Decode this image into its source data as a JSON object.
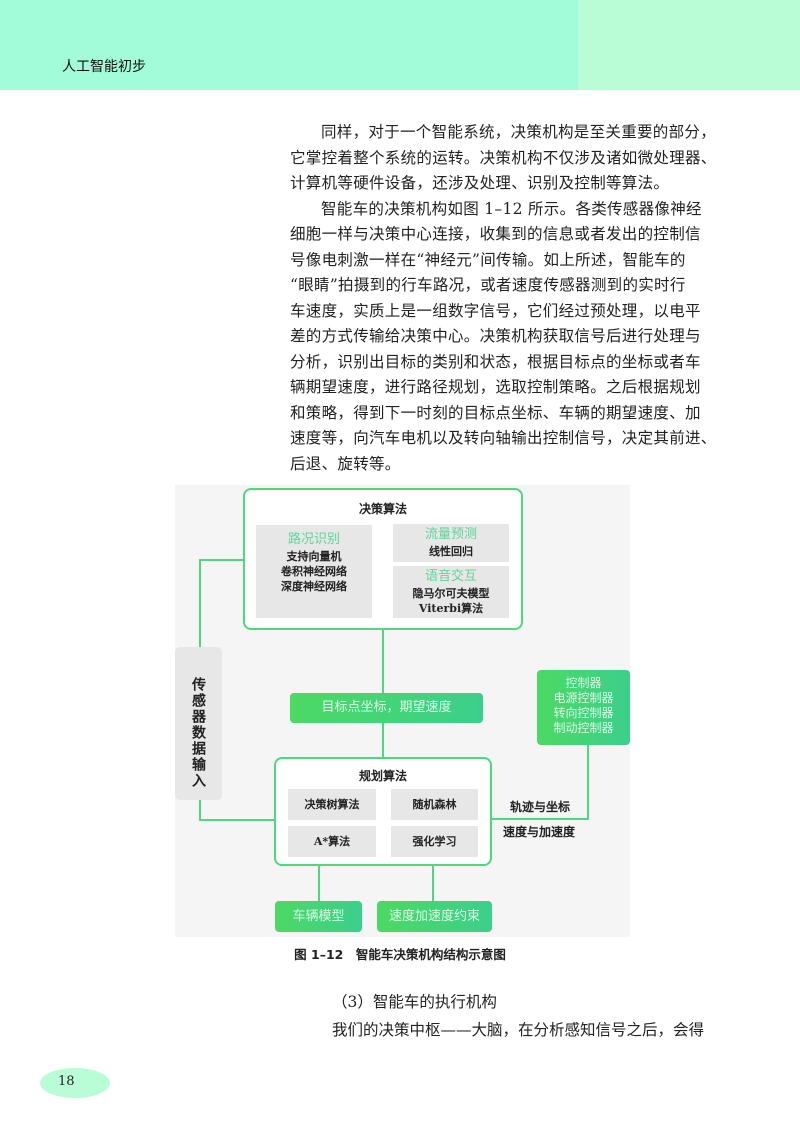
{
  "header": {
    "title": "人工智能初步"
  },
  "body": {
    "para1": [
      "同样，对于一个智能系统，决策机构是至关重要的部分，",
      "它掌控着整个系统的运转。决策机构不仅涉及诸如微处理器、",
      "计算机等硬件设备，还涉及处理、识别及控制等算法。"
    ],
    "para2": [
      "智能车的决策机构如图 1–12 所示。各类传感器像神经",
      "细胞一样与决策中心连接，收集到的信息或者发出的控制信",
      "号像电刺激一样在“神经元”间传输。如上所述，智能车的",
      "“眼睛”拍摄到的行车路况，或者速度传感器测到的实时行",
      "车速度，实质上是一组数字信号，它们经过预处理，以电平",
      "差的方式传输给决策中心。决策机构获取信号后进行处理与",
      "分析，识别出目标的类别和状态，根据目标点的坐标或者车",
      "辆期望速度，进行路径规划，选取控制策略。之后根据规划",
      "和策略，得到下一时刻的目标点坐标、车辆的期望速度、加",
      "速度等，向汽车电机以及转向轴输出控制信号，决定其前进、",
      "后退、旋转等。"
    ],
    "section": "（3）智能车的执行机构",
    "para3": "我们的决策中枢——大脑，在分析感知信号之后，会得"
  },
  "figure": {
    "decision": {
      "title": "决策算法",
      "road": {
        "head": "路况识别",
        "items": [
          "支持向量机",
          "卷积神经网络",
          "深度神经网络"
        ]
      },
      "flow": {
        "head": "流量预测",
        "items": [
          "线性回归"
        ]
      },
      "voice": {
        "head": "语音交互",
        "items": [
          "隐马尔可夫模型",
          "Viterbi算法"
        ]
      }
    },
    "sensor": "传感器数据输入",
    "target": "目标点坐标，期望速度",
    "controller": [
      "控制器",
      "电源控制器",
      "转向控制器",
      "制动控制器"
    ],
    "planning": {
      "title": "规划算法",
      "items": [
        "决策树算法",
        "随机森林",
        "A*算法",
        "强化学习"
      ]
    },
    "out_labels": [
      "轨迹与坐标",
      "速度与加速度"
    ],
    "vehicle": "车辆模型",
    "constraint": "速度加速度约束",
    "caption": "图 1–12　智能车决策机构结构示意图"
  },
  "page_number": "18",
  "colors": {
    "header": "#a2fbd9",
    "accent": "#4fd67f"
  }
}
